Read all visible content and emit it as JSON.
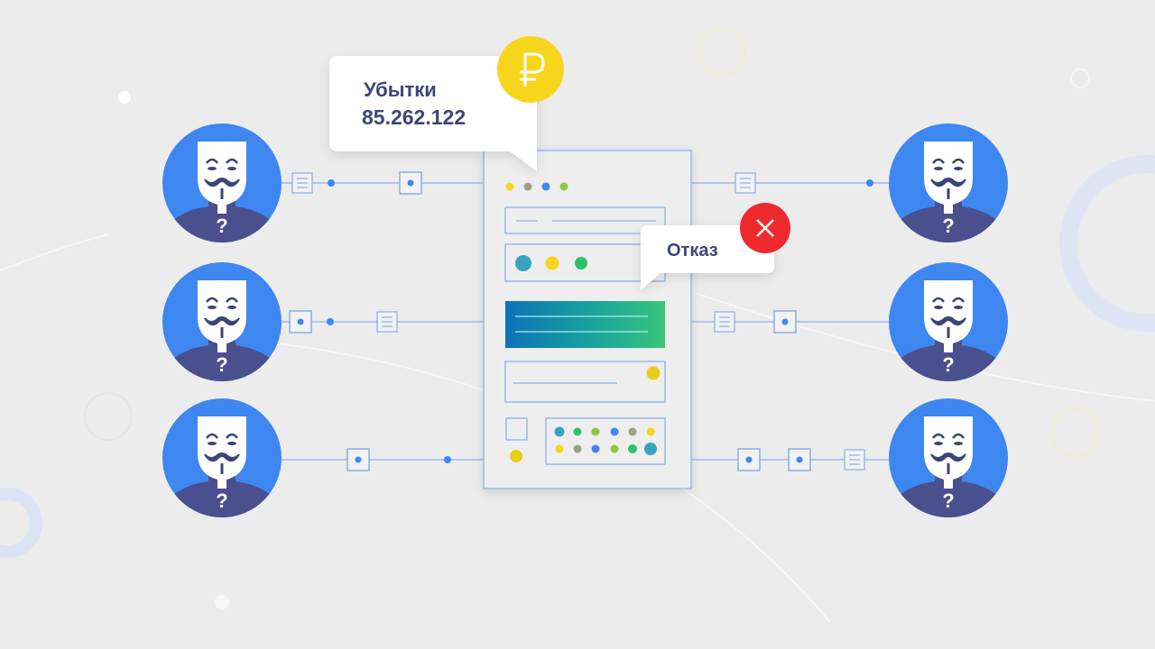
{
  "loss_bubble": {
    "title": "Убытки",
    "amount": "85.262.122",
    "currency_icon": "ruble-icon"
  },
  "refusal_bubble": {
    "label": "Отказ",
    "status_icon": "close-icon"
  },
  "avatar": {
    "mark": "?"
  },
  "colors": {
    "background": "#ececec",
    "avatar_blue": "#3f87f0",
    "avatar_body": "#4a4f8e",
    "line_blue": "#6f9ce8",
    "coin_yellow": "#f7d51c",
    "error_red": "#ee2a2e",
    "text_navy": "#3d4577"
  }
}
